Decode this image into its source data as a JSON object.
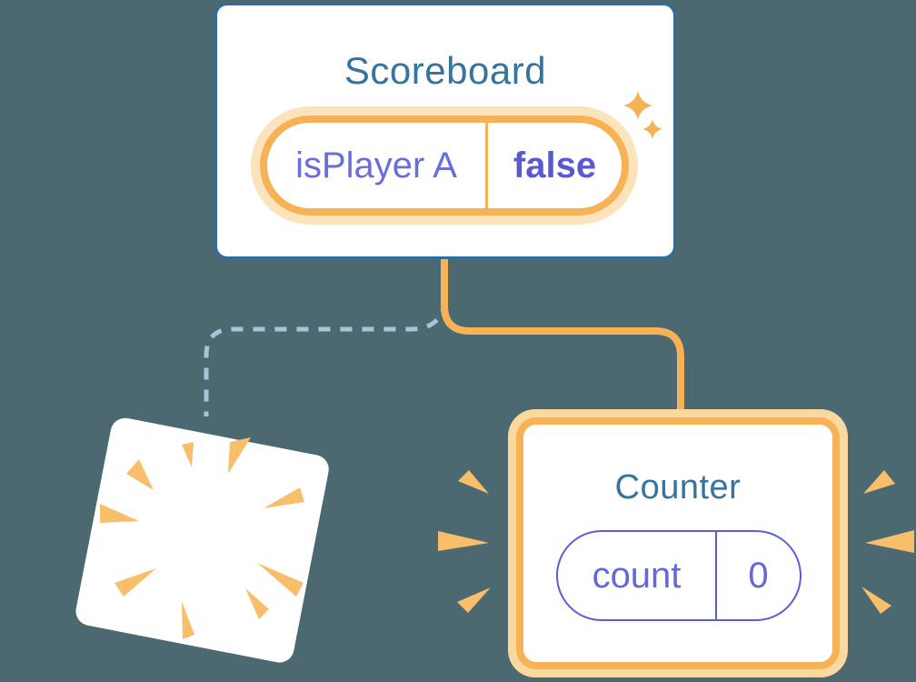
{
  "diagram": {
    "description": "Component tree state diagram: Scoreboard parent keeps state, Counter child is added with fresh state while previous child is removed",
    "background_color": "#4C6972",
    "scoreboard": {
      "title": "Scoreboard",
      "state": {
        "key": "isPlayer A",
        "value": "false"
      }
    },
    "counter": {
      "title": "Counter",
      "state": {
        "key": "count",
        "value": "0"
      }
    },
    "icons": {
      "sparkles": "sparkle-stars-icon",
      "poof": "poof-burst-icon",
      "emphasis_left": "emphasis-burst-left-icon",
      "emphasis_right": "emphasis-burst-right-icon"
    },
    "colors": {
      "card_border_blue": "#2E6E9E",
      "title_text": "#35749E",
      "state_orange": "#F6B254",
      "state_pill_glow": "#FBE3BC",
      "counter_card_glow": "#FAD9A0",
      "burst_orange": "#F8BE69",
      "state_key_text": "#6A6ED8",
      "state_value_text": "#5A5ACF",
      "counter_pill_border": "#5B5FD6",
      "dashed_connector": "#A7C4D8"
    }
  }
}
